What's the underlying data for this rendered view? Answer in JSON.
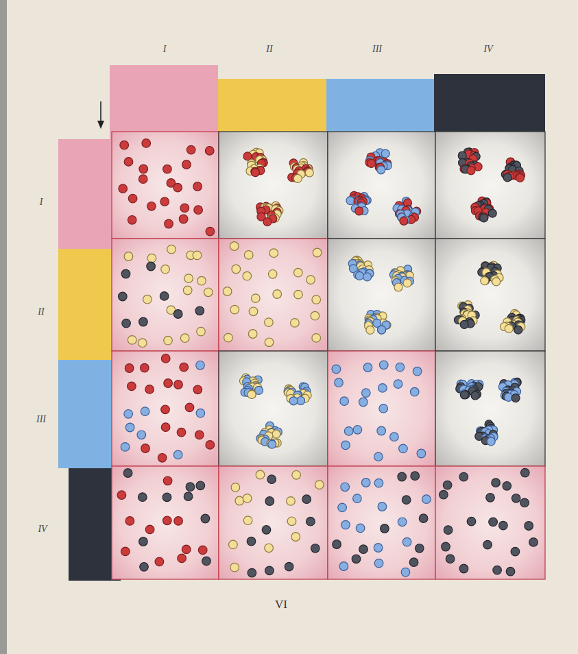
{
  "diagram": {
    "labels": [
      "I",
      "II",
      "III",
      "IV",
      "I",
      "II",
      "III",
      "IV",
      "VI"
    ]
  }
}
